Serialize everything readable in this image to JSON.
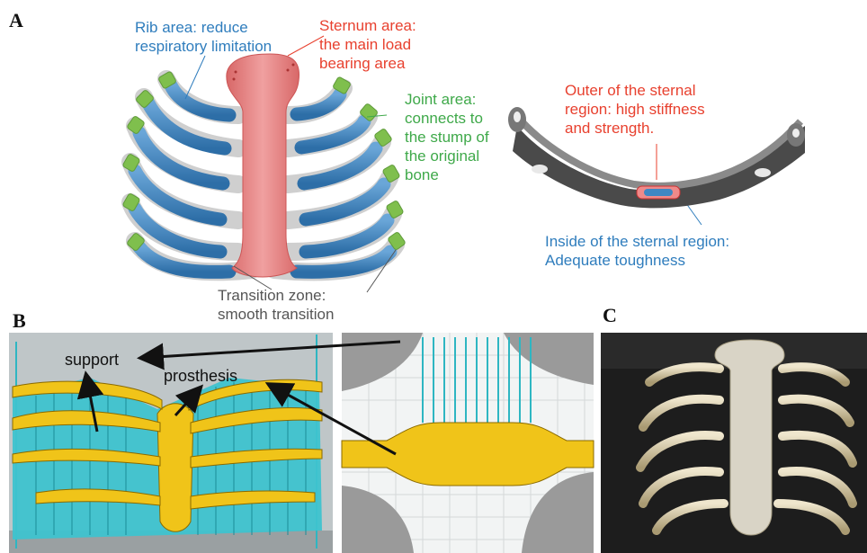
{
  "panels": {
    "a": "A",
    "b": "B",
    "c": "C"
  },
  "panel_a": {
    "rib": [
      "Rib area: reduce",
      "respiratory limitation"
    ],
    "sternum": [
      "Sternum area:",
      "the main load",
      "bearing area"
    ],
    "joint": [
      "Joint area:",
      "connects to",
      "the stump of",
      "the original",
      "bone"
    ],
    "transition": [
      "Transition zone:",
      "smooth transition"
    ],
    "outer": [
      "Outer of the sternal",
      "region: high stiffness",
      "and strength."
    ],
    "inside": [
      "Inside of the sternal region:",
      "Adequate toughness"
    ]
  },
  "panel_b": {
    "support_label": "support",
    "prosthesis_label": "prosthesis"
  },
  "colors": {
    "rib": "#3f87c3",
    "sternum": "#e27a7a",
    "joint": "#7fbf4d",
    "transition": "#d9d9d9",
    "support": "#3ec3cf",
    "prosthesis": "#f0c419",
    "photo_bg": "#1d1d1d",
    "bone": "#d8cfb4"
  }
}
